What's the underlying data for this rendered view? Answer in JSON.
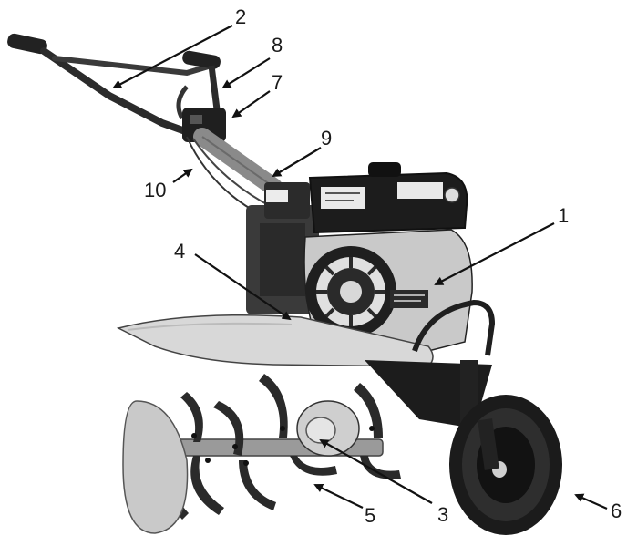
{
  "figure": {
    "subject": "motor tiller parts diagram",
    "callouts": [
      {
        "id": "c1",
        "number": "1"
      },
      {
        "id": "c2",
        "number": "2"
      },
      {
        "id": "c3",
        "number": "3"
      },
      {
        "id": "c4",
        "number": "4"
      },
      {
        "id": "c5",
        "number": "5"
      },
      {
        "id": "c6",
        "number": "6"
      },
      {
        "id": "c7",
        "number": "7"
      },
      {
        "id": "c8",
        "number": "8"
      },
      {
        "id": "c9",
        "number": "9"
      },
      {
        "id": "c10",
        "number": "10"
      }
    ]
  },
  "colors": {
    "outline": "#111111",
    "dark_metal": "#2b2b2b",
    "mid_gray": "#8a8a8a",
    "light_gray": "#c9c9c9",
    "pale_gray": "#dedede"
  }
}
